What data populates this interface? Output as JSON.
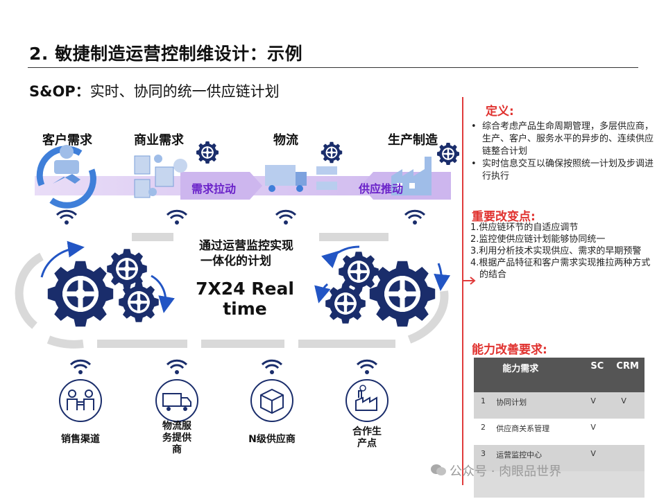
{
  "header": {
    "title": "2. 敏捷制造运营控制维设计：示例",
    "subtitle_bold": "S&OP：",
    "subtitle_rest": "实时、协同的统一供应链计划"
  },
  "diagram": {
    "top_labels": [
      "客户需求",
      "商业需求",
      "物流",
      "生产制造"
    ],
    "arrow_left": "需求拉动",
    "arrow_right": "供应推动",
    "center_line1": "通过运营监控实现",
    "center_line2": "一体化的计划",
    "realtime": "7X24 Real time",
    "bottom_labels": [
      "销售渠道",
      "物流服务提供商",
      "N级供应商",
      "合作生产点"
    ],
    "bottom_label_lines": [
      [
        "销售渠道"
      ],
      [
        "物流服",
        "务提供",
        "商"
      ],
      [
        "N级供应商"
      ],
      [
        "合作生",
        "产点"
      ]
    ]
  },
  "sidebar": {
    "definition_title": "定义:",
    "definition_items": [
      "综合考虑产品生命周期管理，多层供应商，生产、客户、服务水平的异步的、连续供应链整合计划",
      "实时信息交互以确保按照统一计划及步调进行执行"
    ],
    "changes_title": "重要改变点:",
    "changes_items": [
      "1.供应链环节的自适应调节",
      "2.监控使供应链计划能够协同统一",
      "3.利用分析技术实现供应、需求的早期预警",
      "4.根据产品特征和客户需求实现推拉两种方式的结合"
    ],
    "capability_title": "能力改善要求:",
    "table": {
      "headers": [
        "",
        "能力需求",
        "SC",
        "CRM"
      ],
      "rows": [
        {
          "num": "1",
          "name": "协同计划",
          "sc": "V",
          "crm": "V"
        },
        {
          "num": "2",
          "name": "供应商关系管理",
          "sc": "V",
          "crm": ""
        },
        {
          "num": "3",
          "name": "运营监控中心",
          "sc": "V",
          "crm": ""
        },
        {
          "num": "",
          "name": "",
          "sc": "",
          "crm": ""
        }
      ]
    }
  },
  "watermark": "公众号 · 肉眼品世界",
  "colors": {
    "navy": "#1a2d6b",
    "accent_blue": "#3f7fd9",
    "purple": "#6a22c9",
    "red": "#e0322f",
    "band": "#d9c6f2"
  }
}
